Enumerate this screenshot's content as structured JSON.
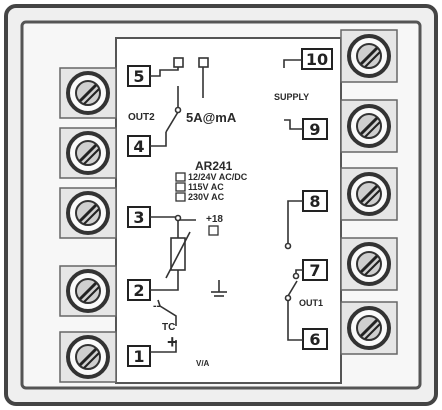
{
  "diagram": {
    "model": "AR241",
    "relay_rating": "5A@mA",
    "out2_label": "OUT2",
    "out1_label": "OUT1",
    "supply_label": "SUPPLY",
    "power_options": [
      "12/24V AC/DC",
      "115V AC",
      "230V AC"
    ],
    "excitation_label": "+18",
    "va_label": "V/A",
    "tc_label": "TC",
    "tc_plus": "+",
    "tc_minus": "--",
    "terminals": {
      "t1": "1",
      "t2": "2",
      "t3": "3",
      "t4": "4",
      "t5": "5",
      "t6": "6",
      "t7": "7",
      "t8": "8",
      "t9": "9",
      "t10": "10"
    }
  }
}
